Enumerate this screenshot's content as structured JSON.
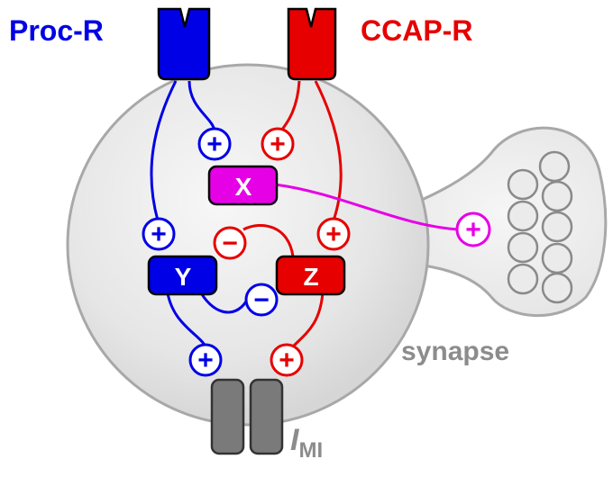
{
  "receptors": {
    "left": {
      "label": "Proc-R",
      "color": "#0000e6"
    },
    "right": {
      "label": "CCAP-R",
      "color": "#e60000"
    }
  },
  "nodes": {
    "x": {
      "label": "X",
      "color": "#e600e6"
    },
    "y": {
      "label": "Y",
      "color": "#0000e6"
    },
    "z": {
      "label": "Z",
      "color": "#e60000"
    }
  },
  "signs": {
    "plus": "+",
    "minus": "−"
  },
  "synapse": {
    "label": "synapse"
  },
  "current": {
    "symbol": "I",
    "subscript": "MI"
  },
  "colors": {
    "cell_fill": "#e2e2e2",
    "cell_stroke": "#a8a8a8",
    "channel": "#7a7a7a",
    "text_gray": "#8c8c8c",
    "magenta": "#e600e6"
  }
}
